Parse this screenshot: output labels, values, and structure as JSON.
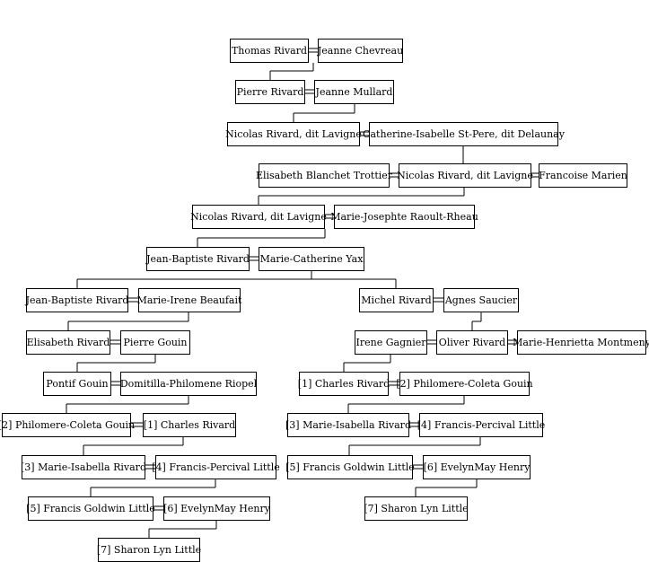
{
  "people": {
    "thomas_rivard": "Thomas Rivard",
    "jeanne_chevreau": "Jeanne Chevreau",
    "pierre_rivard": "Pierre Rivard",
    "jeanne_mullard": "Jeanne Mullard",
    "nicolas_rivard_1": "Nicolas Rivard, dit Lavigne",
    "catherine_isabelle": "Catherine-Isabelle St-Pere, dit Delaunay",
    "elisabeth_trottier": "Elisabeth Blanchet Trottier",
    "nicolas_rivard_2": "Nicolas Rivard, dit Lavigne",
    "francoise_marien": "Francoise Marien",
    "nicolas_rivard_3": "Nicolas Rivard, dit Lavigne",
    "marie_josephte": "Marie-Josephte Raoult-Rheau",
    "jean_baptiste_1": "Jean-Baptiste Rivard",
    "marie_catherine_yax": "Marie-Catherine Yax",
    "jean_baptiste_2": "Jean-Baptiste Rivard",
    "marie_irene": "Marie-Irene Beaufait",
    "michel_rivard": "Michel Rivard",
    "agnes_saucier": "Agnes Saucier",
    "elisabeth_rivard": "Elisabeth Rivard",
    "pierre_gouin": "Pierre Gouin",
    "irene_gagnier": "Irene Gagnier",
    "oliver_rivard": "Oliver Rivard",
    "marie_henrietta": "Marie-Henrietta Montmeny",
    "pontif_gouin": "Pontif Gouin",
    "domitilla": "Domitilla-Philomene Riopel",
    "charles_right": "[1] Charles Rivard",
    "philomere_right": "[2] Philomere-Coleta Gouin",
    "philomere_left": "[2] Philomere-Coleta Gouin",
    "charles_left": "[1] Charles Rivard",
    "marie_isabella_right": "[3] Marie-Isabella Rivard",
    "francis_percival_right": "[4] Francis-Percival Little",
    "marie_isabella_left": "[3] Marie-Isabella Rivard",
    "francis_percival_left": "[4] Francis-Percival Little",
    "francis_goldwin_right": "[5] Francis Goldwin Little",
    "evelyn_right": "[6] EvelynMay Henry",
    "francis_goldwin_left": "[5] Francis Goldwin Little",
    "evelyn_left": "[6] EvelynMay Henry",
    "sharon_right": "[7] Sharon Lyn Little",
    "sharon_left": "[7] Sharon Lyn Little"
  }
}
